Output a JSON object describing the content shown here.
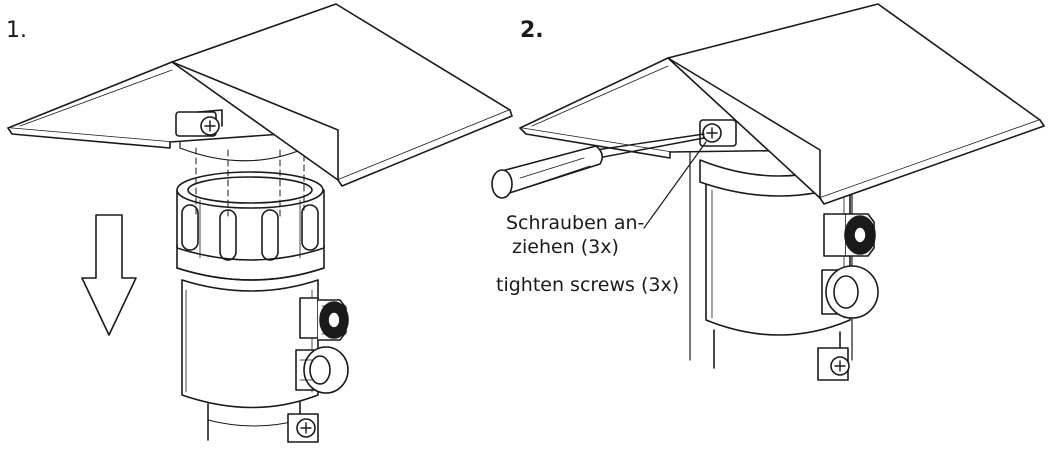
{
  "steps": [
    {
      "number": "1."
    },
    {
      "number": "2."
    }
  ],
  "step2_callout": {
    "german_line1": "Schrauben an-",
    "german_line2": "ziehen (3x)",
    "english": "tighten screws (3x)"
  },
  "colors": {
    "line": "#1a1a1a",
    "fill": "#ffffff",
    "shade": "#cfcfcf"
  },
  "icons": [
    "arrow-down-icon",
    "screwdriver-icon",
    "screw-icon",
    "cable-gland-icon"
  ]
}
